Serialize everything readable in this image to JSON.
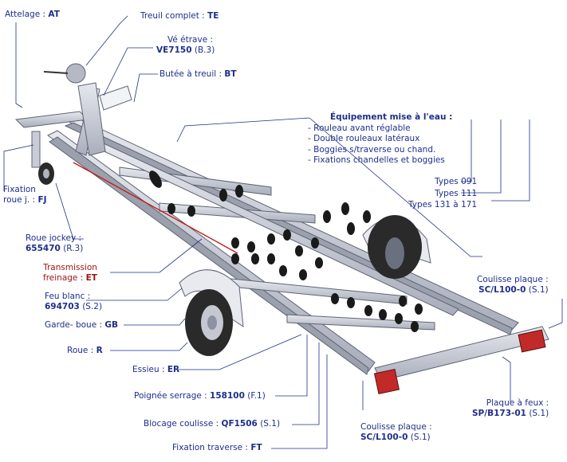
{
  "labels": {
    "attelage": {
      "text": "Attelage :",
      "code": "AT"
    },
    "treuil": {
      "text": "Treuil complet :",
      "code": "TE"
    },
    "ve": {
      "text": "Vé étrave :",
      "code": "VE7150",
      "ref": "(B.3)"
    },
    "butee": {
      "text": "Butée à treuil :",
      "code": "BT"
    },
    "fixation_roue": {
      "text1": "Fixation",
      "text2": "roue j. :",
      "code": "FJ"
    },
    "roue_jockey": {
      "text": "Roue jockey :",
      "code": "655470",
      "ref": "(R.3)"
    },
    "transmission": {
      "text1": "Transmission",
      "text2": "freinage :",
      "code": "ET"
    },
    "feu_blanc": {
      "text": "Feu blanc :",
      "code": "694703",
      "ref": "(S.2)"
    },
    "garde_boue": {
      "text": "Garde- boue :",
      "code": "GB"
    },
    "roue": {
      "text": "Roue :",
      "code": "R"
    },
    "essieu": {
      "text": "Essieu :",
      "code": "ER"
    },
    "poignee": {
      "text": "Poignée serrage :",
      "code": "158100",
      "ref": "(F.1)"
    },
    "blocage": {
      "text": "Blocage coulisse :",
      "code": "QF1506",
      "ref": "(S.1)"
    },
    "fixation_traverse": {
      "text": "Fixation traverse :",
      "code": "FT"
    },
    "coulisse_bas": {
      "text": "Coulisse plaque :",
      "code": "SC/L100-0",
      "ref": "(S.1)"
    },
    "coulisse_droite": {
      "text": "Coulisse plaque :",
      "code": "SC/L100-0",
      "ref": "(S.1)"
    },
    "plaque_feux": {
      "text": "Plaque à feux :",
      "code": "SP/B173-01",
      "ref": "(S.1)"
    }
  },
  "equipment": {
    "title": "Équipement mise à l'eau :",
    "items": [
      "- Rouleau avant réglable",
      "- Double rouleaux latéraux",
      "- Boggies s/traverse ou chand.",
      "- Fixations chandelles et boggies"
    ],
    "types": [
      "Types 091",
      "Types 111",
      "Types 131 à 171"
    ]
  },
  "colors": {
    "label": "#1d2f8a",
    "red_label": "#9b1414",
    "leader": "#1d2f8a",
    "brake_cable": "#c41818",
    "frame": "#c9ccd6",
    "frame_dark": "#8d92a3",
    "tire": "#2a2a2a",
    "roller": "#1a1a1a"
  }
}
